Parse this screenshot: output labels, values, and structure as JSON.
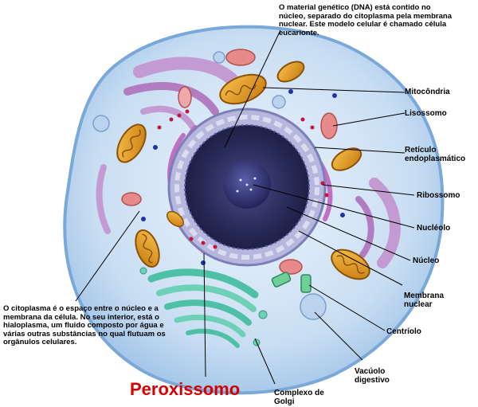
{
  "notes": {
    "top_bold": "O material genético (DNA)",
    "top_rest": " está contido no núcleo, separado do citoplasma pela membrana nuclear. Este modelo celular é chamado célula eucarionte.",
    "left_bold": "O citoplasma",
    "left_rest": " é o espaço entre o núcleo e a membrana da célula. No seu interior, está o hialoplasma, um fluido composto por água e várias outras substâncias no qual flutuam os orgânulos celulares."
  },
  "labels": {
    "mitocondria": "Mitocôndria",
    "lisossomo": "Lisossomo",
    "reticulo_1": "Retículo",
    "reticulo_2": "endoplasmático",
    "ribossomo": "Ribossomo",
    "nucleolo": "Nucléolo",
    "nucleo": "Núcleo",
    "membrana_1": "Membrana",
    "membrana_2": "nuclear",
    "centriolo": "Centríolo",
    "vacuolo_1": "Vacúolo",
    "vacuolo_2": "digestivo",
    "golgi_1": "Complexo de",
    "golgi_2": "Golgi"
  },
  "caption": "Peroxissomo",
  "colors": {
    "caption": "#d40000",
    "cell_fill": "#cfe3f5",
    "nucleus": "#2b2d5c",
    "mitochondria": "#e8a020",
    "lysosome": "#e88a8a",
    "golgi": "#4fc0a8",
    "er": "#b27cc0"
  }
}
